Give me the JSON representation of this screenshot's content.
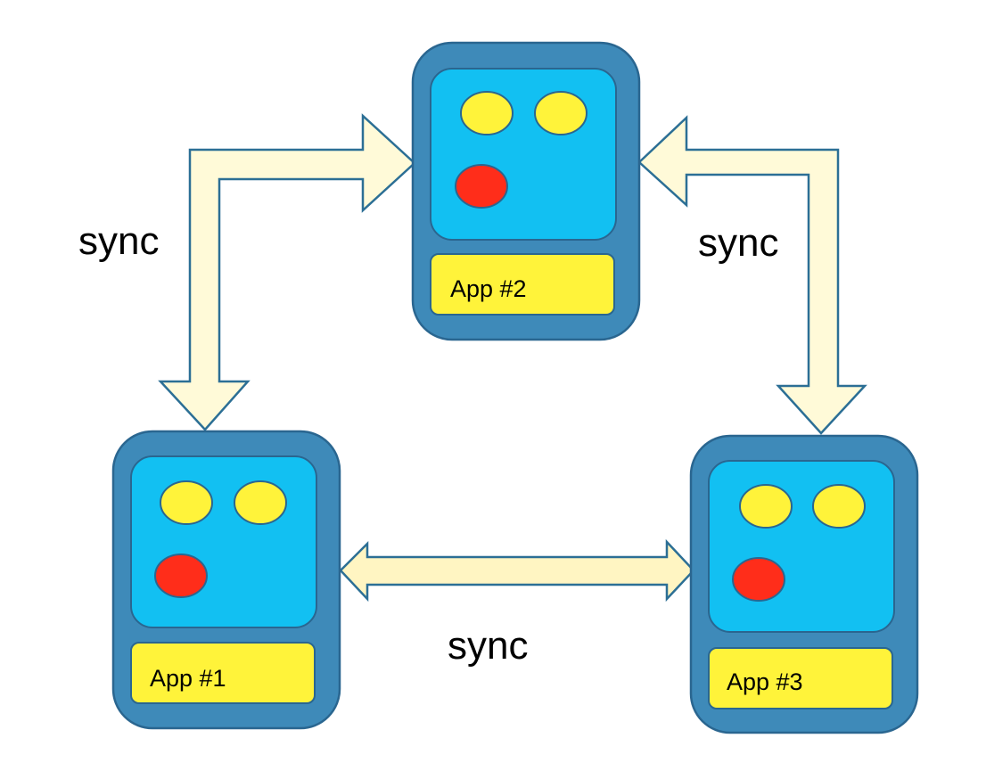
{
  "colors": {
    "device_outer": "#3e8ab9",
    "device_stroke": "#2a6690",
    "screen": "#12c0f2",
    "label_box": "#fff33a",
    "circle_yellow": "#fff33a",
    "circle_red": "#ff2d1a",
    "arrow_fill": "#fffad8",
    "arrow_fill_horizontal": "#fff5c2",
    "arrow_stroke": "#2c6f95"
  },
  "apps": [
    {
      "label": "App #1"
    },
    {
      "label": "App #2"
    },
    {
      "label": "App #3"
    }
  ],
  "sync_labels": {
    "left": "sync",
    "right": "sync",
    "bottom": "sync"
  }
}
